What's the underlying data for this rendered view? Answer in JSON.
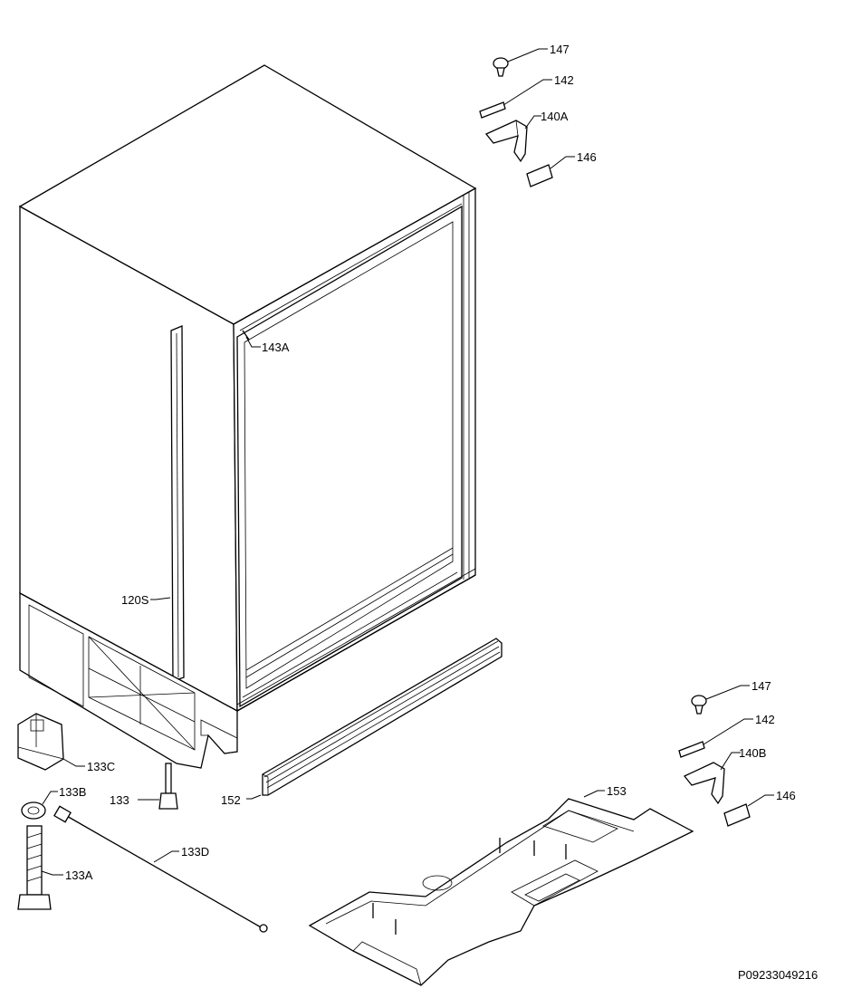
{
  "drawing": {
    "drawing_number": "P09233049216",
    "callouts": {
      "c147_top": "147",
      "c142_top": "142",
      "c140A": "140A",
      "c146_top": "146",
      "c143A": "143A",
      "c120S": "120S",
      "c133C": "133C",
      "c133": "133",
      "c133B": "133B",
      "c133A": "133A",
      "c133D": "133D",
      "c152": "152",
      "c153": "153",
      "c147_bot": "147",
      "c142_bot": "142",
      "c140B": "140B",
      "c146_bot": "146"
    }
  }
}
